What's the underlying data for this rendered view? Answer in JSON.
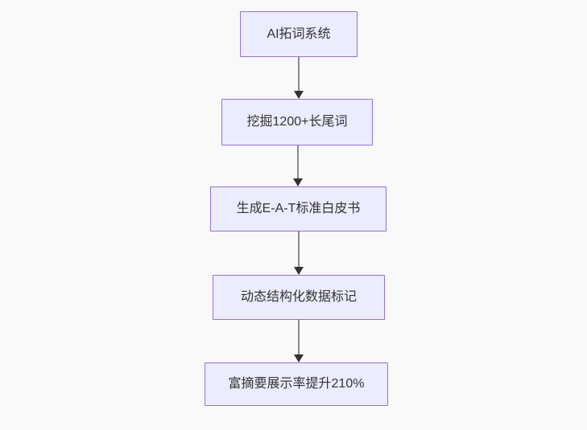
{
  "diagram": {
    "type": "flowchart",
    "direction": "top-down",
    "nodes": [
      {
        "id": "n1",
        "label": "AI拓词系统"
      },
      {
        "id": "n2",
        "label": "挖掘1200+长尾词"
      },
      {
        "id": "n3",
        "label": "生成E-A-T标准白皮书"
      },
      {
        "id": "n4",
        "label": "动态结构化数据标记"
      },
      {
        "id": "n5",
        "label": "富摘要展示率提升210%"
      }
    ],
    "edges": [
      {
        "from": "n1",
        "to": "n2",
        "style": "arrow-down"
      },
      {
        "from": "n2",
        "to": "n3",
        "style": "arrow-down"
      },
      {
        "from": "n3",
        "to": "n4",
        "style": "arrow-down"
      },
      {
        "from": "n4",
        "to": "n5",
        "style": "arrow-down"
      }
    ],
    "colors": {
      "background": "#f9f9f9",
      "node_fill": "#ECECFF",
      "node_border": "#9370DB",
      "node_text": "#333333",
      "edge_line": "#8a8a8a",
      "arrowhead": "#333333"
    }
  }
}
